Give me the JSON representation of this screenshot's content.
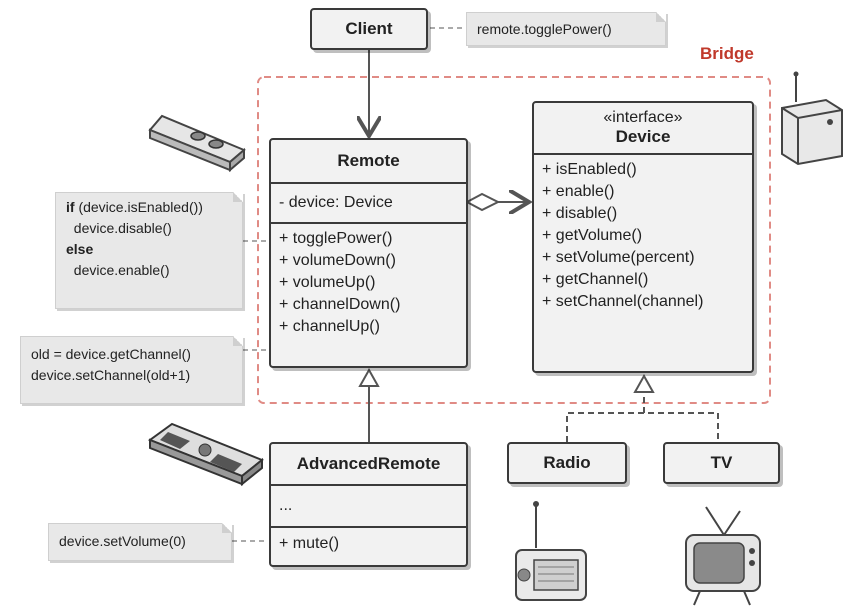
{
  "bridge_label": "Bridge",
  "client": {
    "title": "Client",
    "note": "remote.togglePower()"
  },
  "remote": {
    "title": "Remote",
    "fields": [
      "- device: Device"
    ],
    "methods": [
      "+ togglePower()",
      "+ volumeDown()",
      "+ volumeUp()",
      "+ channelDown()",
      "+ channelUp()"
    ]
  },
  "device": {
    "stereotype": "«interface»",
    "title": "Device",
    "methods": [
      "+ isEnabled()",
      "+ enable()",
      "+ disable()",
      "+ getVolume()",
      "+ setVolume(percent)",
      "+ getChannel()",
      "+ setChannel(channel)"
    ]
  },
  "advanced_remote": {
    "title": "AdvancedRemote",
    "fields": [
      "..."
    ],
    "methods": [
      "+ mute()"
    ]
  },
  "radio": {
    "title": "Radio"
  },
  "tv": {
    "title": "TV"
  },
  "notes": {
    "toggle_power": {
      "line1_kw": "if",
      "line1_rest": " (device.isEnabled())",
      "line2": "  device.disable()",
      "line3_kw": "else",
      "line4": "  device.enable()"
    },
    "channel_up": {
      "line1": "old = device.getChannel()",
      "line2": "device.setChannel(old+1)"
    },
    "mute": {
      "line1": "device.setVolume(0)"
    }
  },
  "colors": {
    "bridge": "#c0392b",
    "box_fill": "#f2f2f2",
    "stroke": "#3a3a3a",
    "note_fill": "#e8e8e8"
  },
  "icons": [
    "remote-icon",
    "advanced-remote-icon",
    "radio-device-icon",
    "radio-icon",
    "tv-icon"
  ]
}
